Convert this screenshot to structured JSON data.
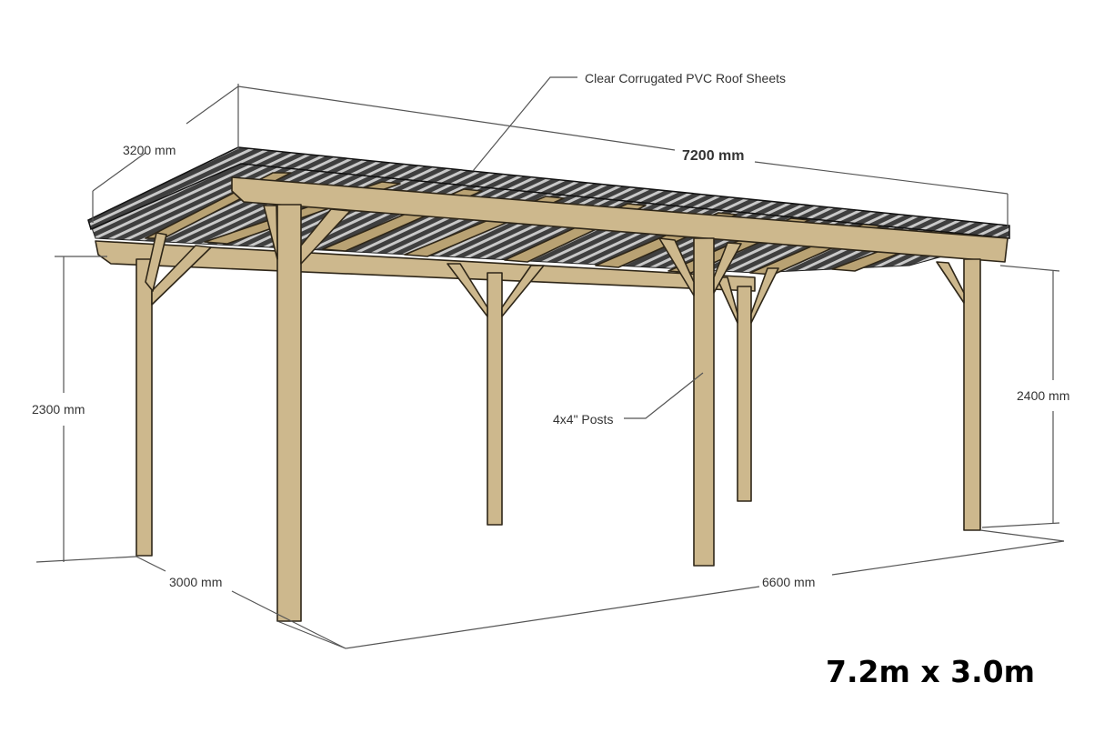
{
  "labels": {
    "roof_sheets": "Clear Corrugated PVC Roof Sheets",
    "length_top": "7200 mm",
    "width_top": "3200 mm",
    "height_left": "2300 mm",
    "height_right": "2400 mm",
    "width_bottom": "3000 mm",
    "length_bottom": "6600 mm",
    "posts": "4x4\" Posts"
  },
  "title": "7.2m x 3.0m",
  "colors": {
    "wood": "#cdb88d",
    "roof": "#4a4a4a",
    "outline": "#2e2618"
  }
}
